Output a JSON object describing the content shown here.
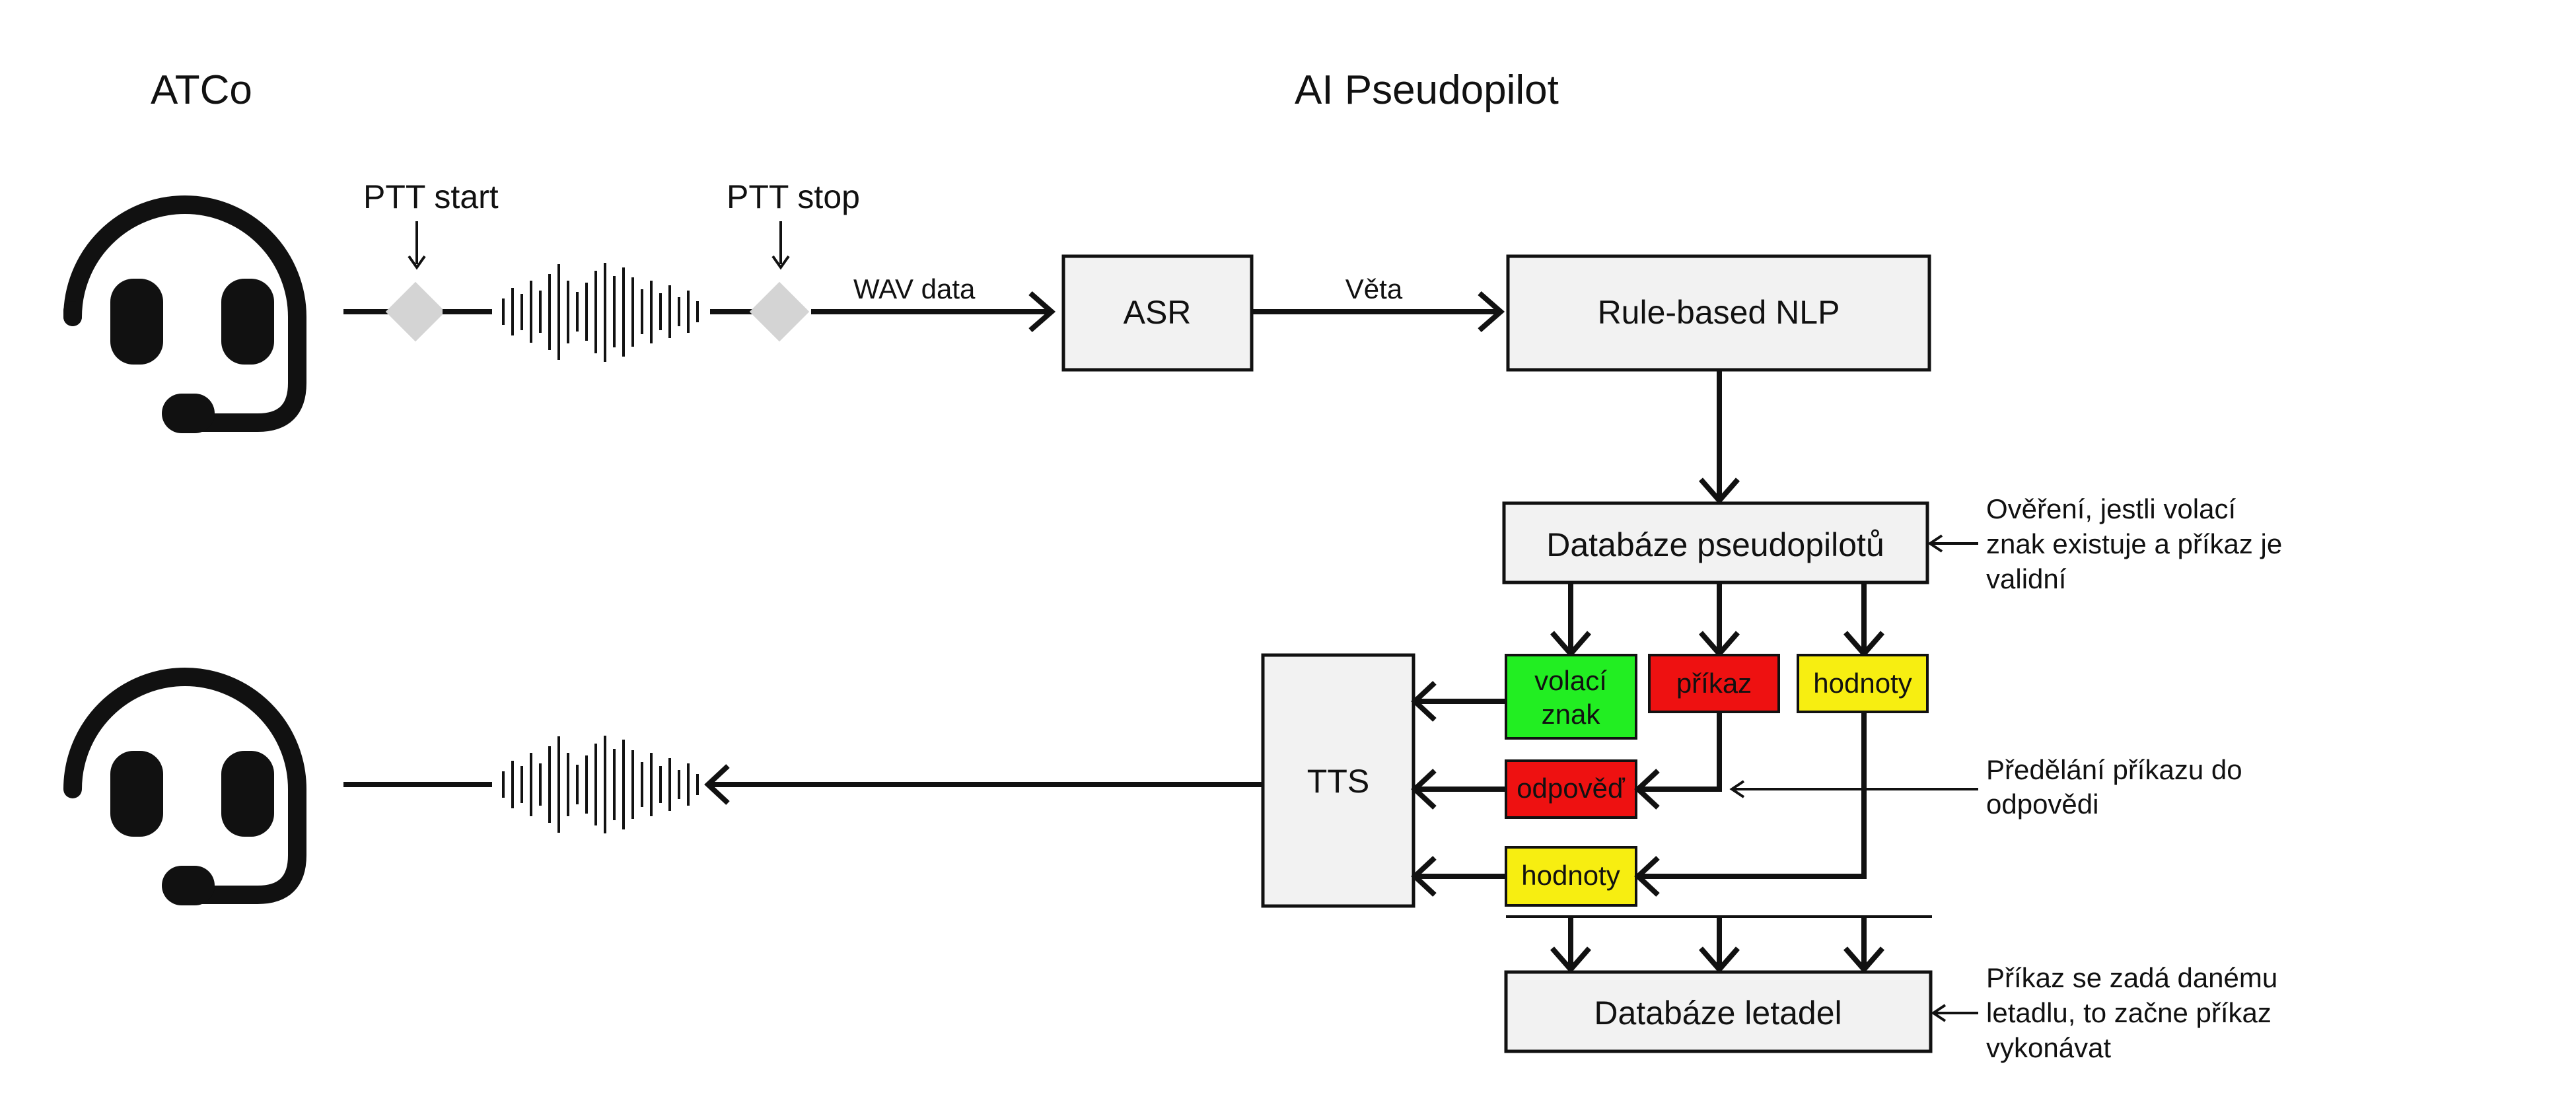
{
  "headings": {
    "atco": "ATCo",
    "pseudopilot": "AI Pseudopilot"
  },
  "signal": {
    "ptt_start": "PTT start",
    "ptt_stop": "PTT stop",
    "wav": "WAV data",
    "veta": "Věta"
  },
  "boxes": {
    "asr": "ASR",
    "nlp": "Rule-based NLP",
    "db_pseudo": "Databáze pseudopilotů",
    "tts": "TTS",
    "db_letadel": "Databáze letadel"
  },
  "tags": {
    "volaci_1": "volací",
    "volaci_2": "znak",
    "prikaz": "příkaz",
    "hodnoty_top": "hodnoty",
    "odpoved": "odpověď",
    "hodnoty_bottom": "hodnoty"
  },
  "notes": {
    "overeni": [
      "Ověření, jestli volací",
      "znak existuje a příkaz je",
      "validní"
    ],
    "predelani": [
      "Předělání příkazu do",
      "odpovědi"
    ],
    "prikaz_zada": [
      "Příkaz se zadá danému",
      "letadlu, to začne příkaz",
      "vykonávat"
    ]
  },
  "colors": {
    "green": "#22ee22",
    "red": "#ee1111",
    "yellow": "#f7ee11",
    "box_fill": "#f2f2f2",
    "diamond": "#d4d4d4"
  },
  "icons": [
    "headset-icon",
    "sound-wave-icon",
    "ptt-diamond-icon"
  ]
}
